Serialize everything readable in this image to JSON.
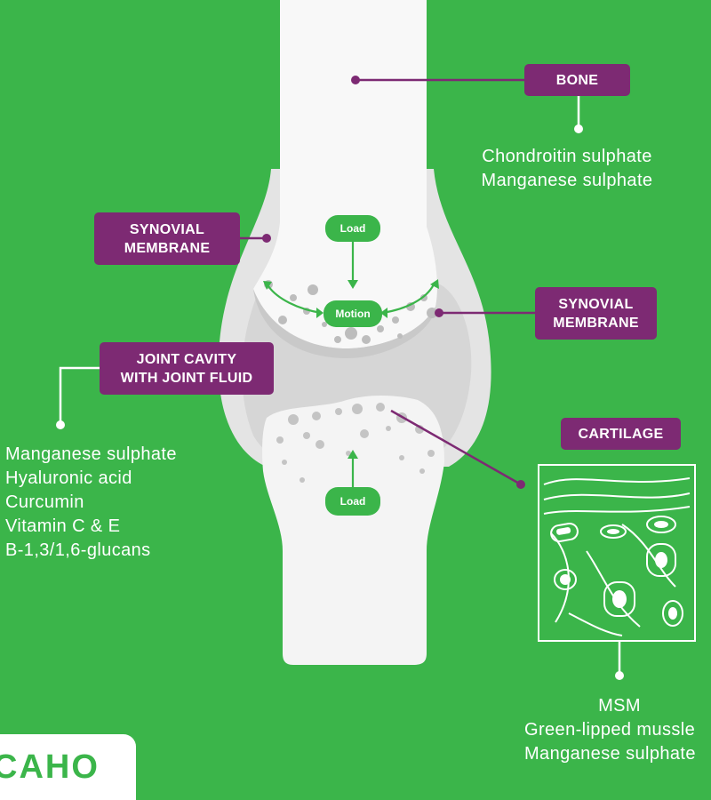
{
  "labels": {
    "bone": "BONE",
    "synovial_left": [
      "SYNOVIAL",
      "MEMBRANE"
    ],
    "synovial_right": [
      "SYNOVIAL",
      "MEMBRANE"
    ],
    "joint_cavity": [
      "JOINT CAVITY",
      "WITH JOINT FLUID"
    ],
    "cartilage": "CARTILAGE"
  },
  "pills": {
    "load_top": "Load",
    "motion": "Motion",
    "load_bottom": "Load"
  },
  "ingredients": {
    "bone": [
      "Chondroitin sulphate",
      "Manganese sulphate"
    ],
    "joint_cavity": [
      "Manganese sulphate",
      "Hyaluronic acid",
      "Curcumin",
      "Vitamin C & E",
      "B-1,3/1,6-glucans"
    ],
    "cartilage": [
      "MSM",
      "Green-lipped mussle",
      "Manganese sulphate"
    ]
  },
  "logo": {
    "text": "CAHO"
  },
  "colors": {
    "background": "#3bb54a",
    "label_bg": "#7d2a73",
    "bone": "#f7f7f7",
    "capsule": "#e2e2e2",
    "particle": "#c8c8c8"
  }
}
